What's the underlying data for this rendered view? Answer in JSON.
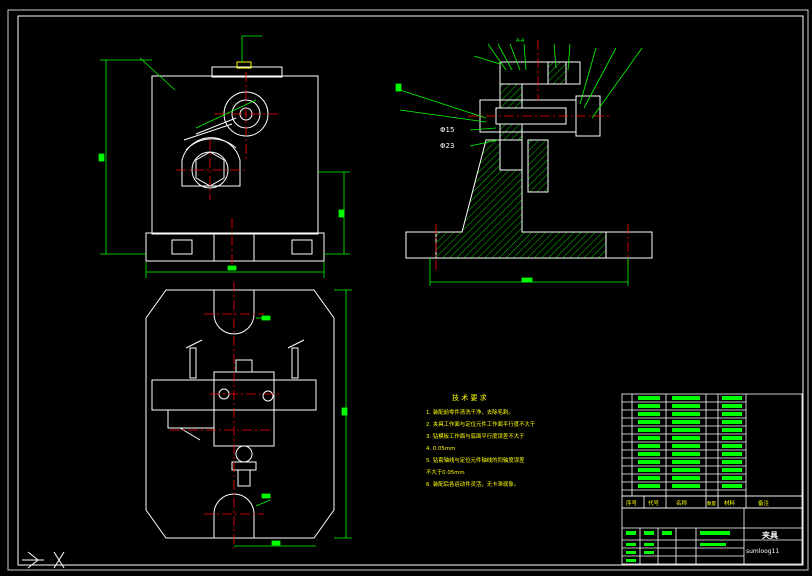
{
  "tech_requirements": {
    "heading": "技 术 要 求",
    "items": [
      "1. 装配前零件清洗干净，去除毛刺。",
      "2. 夹具工作面与定位元件工作面平行度不大于",
      "3. 钻模板工作面与底面平行度误差不大于",
      "4. 0.05mm",
      "5. 钻套轴线与定位元件轴线的同轴度误差",
      "   不大于0.05mm",
      "6. 装配后各运动件灵活，无卡滞现象。"
    ]
  },
  "title_block": {
    "drawing_name": "夹具",
    "drawing_number": "sumloog11",
    "header_row": [
      "序号",
      "代号",
      "名称",
      "数量",
      "材料",
      "备注"
    ]
  },
  "dimension_labels": {
    "dia15": "Φ15",
    "dia23": "Φ23",
    "section_mark": "A-A"
  }
}
